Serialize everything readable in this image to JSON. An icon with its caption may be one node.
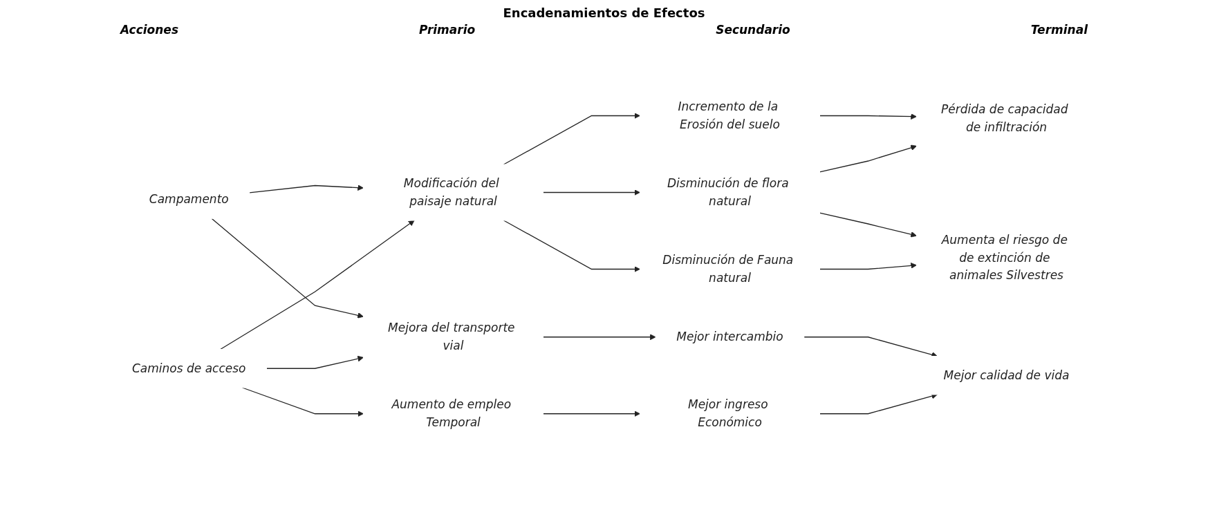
{
  "diagram": {
    "title": "Encadenamientos de Efectos",
    "nodes": [
      {
        "text": [
          "Campamento"
        ]
      },
      {
        "text": [
          "Caminos de acceso"
        ]
      },
      {
        "text": [
          "Modificación del paisaje natural"
        ]
      },
      {
        "text": [
          "Mejora del transporte vial"
        ]
      },
      {
        "text": [
          "Aumento de empleo Temporal"
        ]
      },
      {
        "text": [
          "Incremento de la Erosión del suelo"
        ]
      },
      {
        "text": [
          "Disminución de flora natural"
        ]
      },
      {
        "text": [
          "Disminución de Fauna natural"
        ]
      },
      {
        "text": [
          "Mejor intercambio"
        ]
      },
      {
        "text": [
          "Mejor ingreso Económico"
        ]
      },
      {
        "text": [
          "Pérdida de capacidad de infiltración"
        ]
      },
      {
        "text": [
          "Aumenta el riesgo de de extinción de animales Silvestres"
        ]
      },
      {
        "text": [
          "Mejor calidad de vida"
        ]
      }
    ],
    "edges": [
      {
        "from": 0,
        "to": 2,
        "arrow": "to"
      },
      {
        "from": 0,
        "to": 3,
        "arrow": "to"
      },
      {
        "from": 1,
        "to": 2,
        "arrow": "to"
      },
      {
        "from": 1,
        "to": 3,
        "arrow": "to"
      },
      {
        "from": 1,
        "to": 4,
        "arrow": "to"
      },
      {
        "from": 2,
        "to": 5,
        "arrow": "to"
      },
      {
        "from": 2,
        "to": 6,
        "arrow": "to"
      },
      {
        "from": 2,
        "to": 7,
        "arrow": "to"
      },
      {
        "from": 3,
        "to": 8,
        "arrow": "to"
      },
      {
        "from": 4,
        "to": 9,
        "arrow": "to"
      },
      {
        "from": 5,
        "to": 10,
        "arrow": "to"
      },
      {
        "from": 6,
        "to": 10,
        "arrow": "to"
      },
      {
        "from": 6,
        "to": 11,
        "arrow": "to"
      },
      {
        "from": 7,
        "to": 11,
        "arrow": "to"
      },
      {
        "from": 8,
        "to": 12,
        "arrow": "to"
      },
      {
        "from": 9,
        "to": 12,
        "arrow": "to"
      }
    ],
    "labels": [
      "Acciones",
      "Primario",
      "Secundario",
      "Terminal"
    ]
  }
}
